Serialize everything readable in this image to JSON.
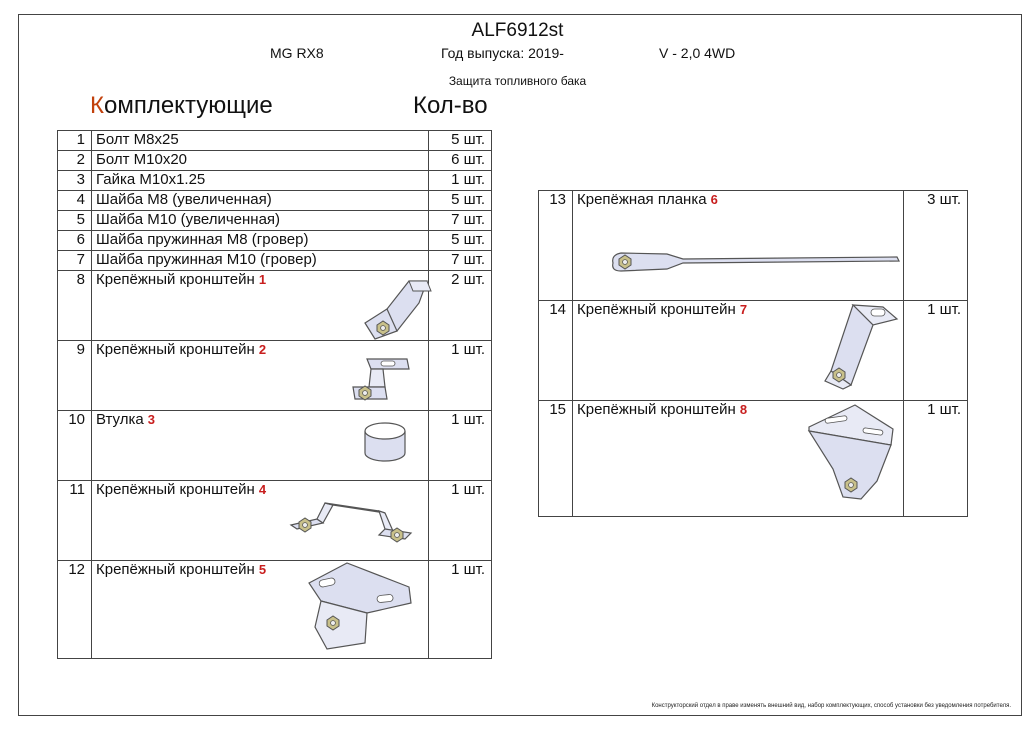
{
  "header": {
    "code": "ALF6912st",
    "model": "MG RX8",
    "year": "Год выпуска: 2019-",
    "engine": "V - 2,0 4WD",
    "section": "Защита топливного бака"
  },
  "columns": {
    "components_first": "К",
    "components_rest": "омплектующие",
    "qty": "Кол-во"
  },
  "left_items": [
    {
      "n": "1",
      "name": "Болт М8х25",
      "ref": "",
      "qty": "5 шт."
    },
    {
      "n": "2",
      "name": "Болт М10х20",
      "ref": "",
      "qty": "6 шт."
    },
    {
      "n": "3",
      "name": "Гайка М10х1.25",
      "ref": "",
      "qty": "1 шт."
    },
    {
      "n": "4",
      "name": "Шайба М8 (увеличенная)",
      "ref": "",
      "qty": "5 шт."
    },
    {
      "n": "5",
      "name": "Шайба М10 (увеличенная)",
      "ref": "",
      "qty": "7 шт."
    },
    {
      "n": "6",
      "name": "Шайба пружинная М8 (гровер)",
      "ref": "",
      "qty": "5 шт."
    },
    {
      "n": "7",
      "name": "Шайба пружинная М10 (гровер)",
      "ref": "",
      "qty": "7 шт."
    },
    {
      "n": "8",
      "name": "Крепёжный кронштейн",
      "ref": "1",
      "qty": "2 шт."
    },
    {
      "n": "9",
      "name": "Крепёжный кронштейн",
      "ref": "2",
      "qty": "1 шт."
    },
    {
      "n": "10",
      "name": "Втулка",
      "ref": "3",
      "qty": "1 шт."
    },
    {
      "n": "11",
      "name": "Крепёжный кронштейн",
      "ref": "4",
      "qty": "1 шт."
    },
    {
      "n": "12",
      "name": "Крепёжный кронштейн",
      "ref": "5",
      "qty": "1 шт."
    }
  ],
  "right_items": [
    {
      "n": "13",
      "name": "Крепёжная планка",
      "ref": "6",
      "qty": "3 шт."
    },
    {
      "n": "14",
      "name": "Крепёжный кронштейн",
      "ref": "7",
      "qty": "1 шт."
    },
    {
      "n": "15",
      "name": "Крепёжный кронштейн",
      "ref": "8",
      "qty": "1 шт."
    }
  ],
  "footer": {
    "note": "Конструкторский отдел в праве изменять внешний вид, набор комплектующих, способ установки без уведомления потребителя."
  },
  "colors": {
    "accent": "#c2410c",
    "ref_number": "#c81e1e",
    "part_fill": "#dcdff0",
    "part_stroke": "#555"
  }
}
